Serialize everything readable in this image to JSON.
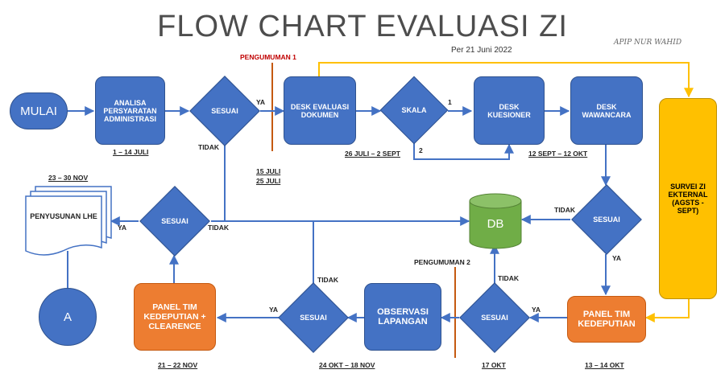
{
  "title": "FLOW CHART EVALUASI ZI",
  "subtitle": "Per 21 Juni 2022",
  "signature": "APIP NUR WAHID",
  "nodes": {
    "mulai": "MULAI",
    "analisa": "ANALISA PERSYARATAN ADMINISTRASI",
    "sesuai1": "SESUAI",
    "desk_evaluasi": "DESK EVALUASI DOKUMEN",
    "skala": "SKALA",
    "desk_kuesioner": "DESK KUESIONER",
    "desk_wawancara": "DESK WAWANCARA",
    "survei": "SURVEI ZI EKTERNAL (AGSTS - SEPT)",
    "penyusunan": "PENYUSUNAN LHE",
    "sesuai_lhe": "SESUAI",
    "db": "DB",
    "sesuai_right": "SESUAI",
    "a": "A",
    "panel_kedeputian_clearence": "PANEL TIM KEDEPUTIAN + CLEARENCE",
    "sesuai_obs": "SESUAI",
    "observasi": "OBSERVASI LAPANGAN",
    "sesuai_panel": "SESUAI",
    "panel_kedeputian": "PANEL TIM KEDEPUTIAN"
  },
  "labels": {
    "pengumuman1": "PENGUMUMAN 1",
    "pengumuman2": "PENGUMUMAN 2",
    "ya1": "YA",
    "tidak1": "TIDAK",
    "skala_1": "1",
    "skala_2": "2",
    "tidak_right": "TIDAK",
    "ya_right": "YA",
    "ya_lhe": "YA",
    "tidak_lhe": "TIDAK",
    "tidak_obs": "TIDAK",
    "ya_obs": "YA",
    "tidak_panel": "TIDAK",
    "ya_panel": "YA"
  },
  "dates": {
    "analisa": "1 – 14 JULI",
    "pengumuman1_a": "15 JULI",
    "pengumuman1_b": "25 JULI",
    "desk_evaluasi": "26 JULI – 2 SEPT",
    "kuesioner_wawancara": "12 SEPT – 12 OKT",
    "penyusunan": "23 – 30 NOV",
    "panel_clearence": "21 – 22 NOV",
    "observasi": "24 OKT – 18 NOV",
    "sesuai_panel": "17 OKT",
    "panel_kedeputian": "13 – 14 OKT"
  },
  "colors": {
    "blue": "#4472c4",
    "orange": "#ed7d31",
    "yellow": "#ffc000",
    "green": "#70ad47",
    "line": "#4472c4",
    "yellow_line": "#ffc000",
    "divider": "#c55a11"
  }
}
